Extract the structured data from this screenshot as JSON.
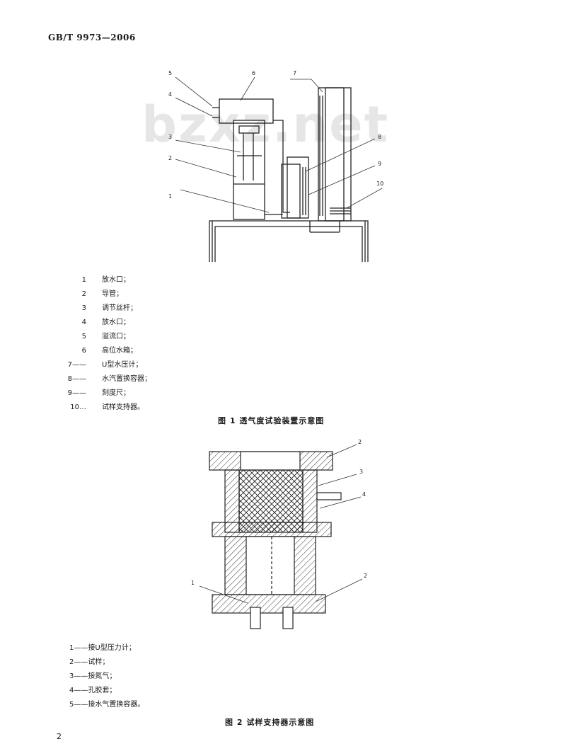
{
  "header": "GB/T 9973—2006",
  "watermark": "bzxz.net",
  "figure1": {
    "labels": [
      "1",
      "2",
      "3",
      "4",
      "5",
      "6",
      "7",
      "8",
      "9",
      "10"
    ],
    "legend": [
      {
        "num": "1",
        "text": "放水口；"
      },
      {
        "num": "2",
        "text": "导管；"
      },
      {
        "num": "3",
        "text": "调节丝杆；"
      },
      {
        "num": "4",
        "text": "放水口；"
      },
      {
        "num": "5",
        "text": "溢流口；"
      },
      {
        "num": "6",
        "text": "高位水箱；"
      },
      {
        "num": "7——",
        "text": "U型水压计；"
      },
      {
        "num": "8——",
        "text": "水汽置换容器；"
      },
      {
        "num": "9——",
        "text": "刻度尺；"
      },
      {
        "num": "10…",
        "text": "试样支持器。"
      }
    ],
    "caption": "图 1    透气度试验装置示意图"
  },
  "figure2": {
    "labels": [
      "1",
      "2",
      "3",
      "4",
      "2"
    ],
    "legend": [
      {
        "num": "1——",
        "text": "接U型压力计；"
      },
      {
        "num": "2——",
        "text": "试样；"
      },
      {
        "num": "3——",
        "text": "接氮气；"
      },
      {
        "num": "4——",
        "text": "孔胶套；"
      },
      {
        "num": "5——",
        "text": "接水气置换容器。"
      }
    ],
    "caption": "图 2    试样支持器示意图"
  },
  "page_number": "2"
}
